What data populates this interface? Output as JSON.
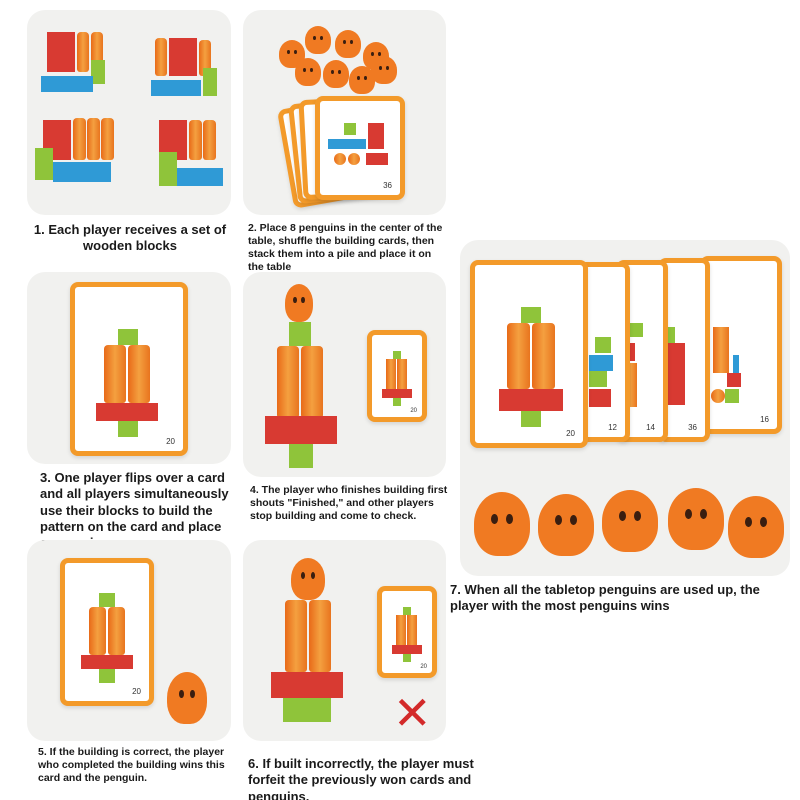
{
  "steps": [
    {
      "caption": "1. Each player receives a set of wooden blocks"
    },
    {
      "caption": "2. Place 8 penguins in the center of the table, shuffle the building cards, then stack them into a pile and place it on the table",
      "card_number": "36"
    },
    {
      "caption": "3. One player flips over a card and all players simultaneously use their blocks to build the pattern on the card and place a penguin.",
      "card_number": "20"
    },
    {
      "caption": "4. The player who finishes building first shouts \"Finished,\" and other players stop building and come to check.",
      "card_number": "20"
    },
    {
      "caption": "5. If the building is correct, the player who completed the building wins this card and the penguin.",
      "card_number": "20"
    },
    {
      "caption": "6. If built incorrectly, the player must forfeit the previously won cards and penguins.",
      "card_number": "20"
    },
    {
      "caption": "7. When all the tabletop penguins are used up, the player with the most penguins wins",
      "card_numbers": [
        "20",
        "12",
        "14",
        "36",
        "16"
      ]
    }
  ],
  "icons": {
    "penguin": "penguin-icon",
    "wrong": "x-mark-icon",
    "wrong_glyph": "✕"
  },
  "colors": {
    "card_border": "#f39a2a",
    "penguin": "#f07a22",
    "block_red": "#d83a32",
    "block_green": "#8fc43a",
    "block_blue": "#2f9ad6",
    "wrong_mark": "#d32a2a"
  }
}
